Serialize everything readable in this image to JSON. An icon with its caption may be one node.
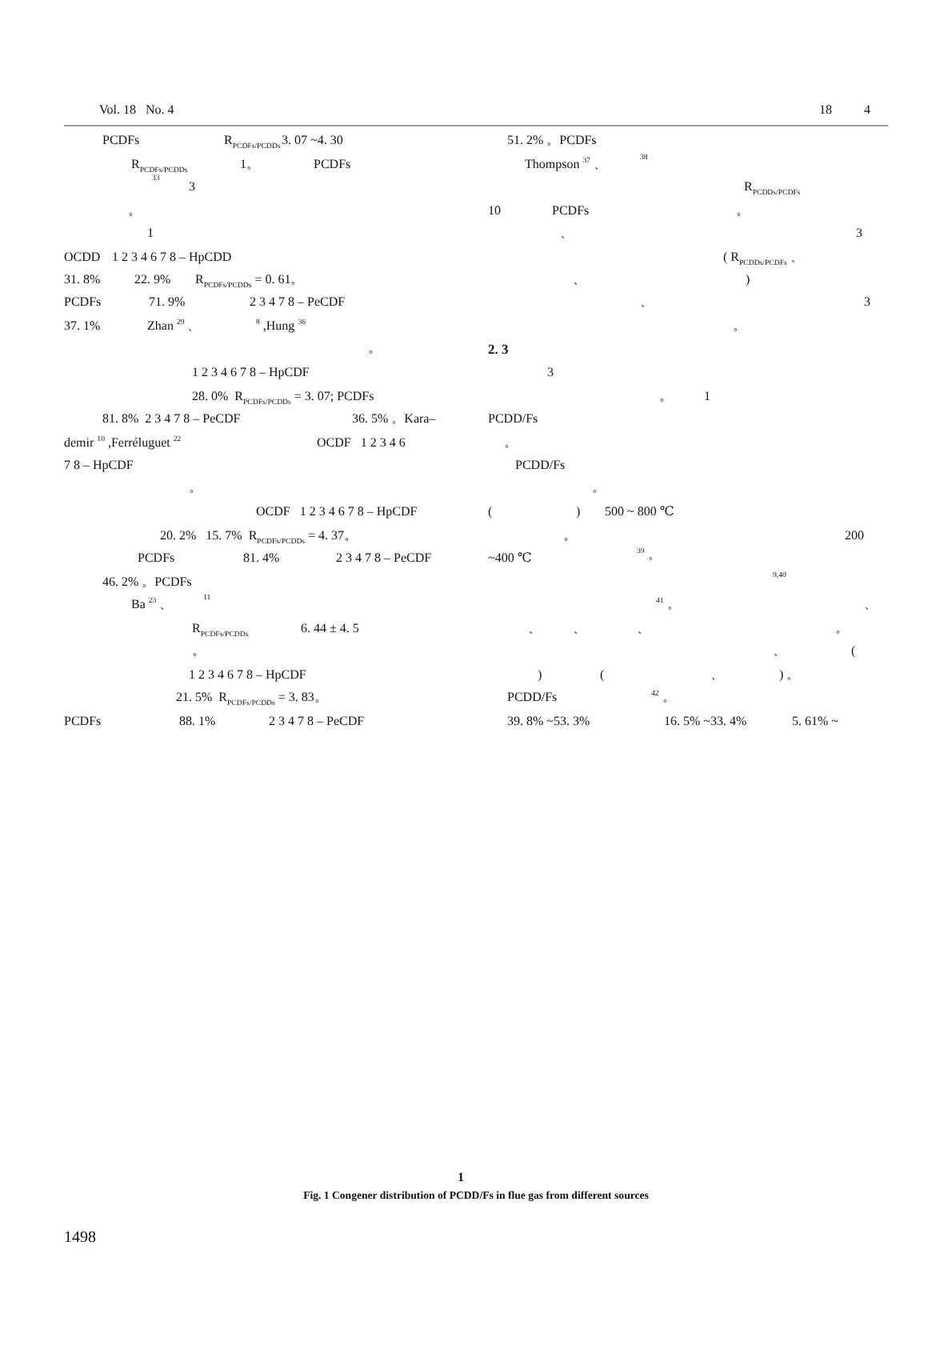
{
  "diagram": {
    "caption": "Fig. 1  Congener distribution of PCDD/Fs in flue gas from different sources",
    "labels": [
      "Vol. 18   No. 4",
      "18",
      "4",
      "PCDFs",
      "R$_{PCDFs/PCDDs}$",
      "3. 07 ~4. 30",
      "R$_{PCDFs/PCDDs}$",
      "1。",
      "PCDFs",
      "$^{33}$",
      "3",
      "。",
      "1",
      "OCDD",
      "1 2 3 4 6 7 8 – HpCDD",
      "31. 8%",
      "22. 9%",
      "R$_{PCDFs/PCDDs}$ = 0. 61。",
      "PCDFs",
      "71. 9%",
      "2 3 4 7 8 – PeCDF",
      "37. 1%",
      "Zhan $^{29}$ 、",
      "$^{8}$ ,Hung $^{36}$",
      "。",
      "1 2 3 4 6 7 8 – HpCDF",
      "28. 0%  R$_{PCDFs/PCDDs}$ = 3. 07; PCDFs",
      "81. 8%  2 3 4 7 8 – PeCDF",
      "36. 5% 。Kara–",
      "demir $^{10}$ ,Ferréluguet $^{22}$",
      "OCDF   1 2 3 4 6",
      "7 8 – HpCDF",
      "。",
      "OCDF   1 2 3 4 6 7 8 – HpCDF",
      "20. 2%   15. 7%  R$_{PCDFs/PCDDs}$ = 4. 37。",
      "PCDFs",
      "81. 4%",
      "2 3 4 7 8 – PeCDF",
      "46. 2% 。PCDFs",
      "Ba $^{23}$ 、",
      "$^{11}$",
      "R$_{PCDFs/PCDDs}$",
      "6. 44 ± 4. 5",
      "。",
      "1 2 3 4 6 7 8 – HpCDF",
      "21. 5%  R$_{PCDFs/PCDDs}$ = 3. 83。",
      "PCDFs",
      "88. 1%",
      "2 3 4 7 8 – PeCDF",
      "51. 2% 。PCDFs",
      "Thompson $^{37}$ 、",
      "$^{38}$",
      "R$_{PCDDs/PCDFs}$",
      "10",
      "PCDFs",
      "。",
      "、",
      "3",
      "( R$_{PCDDs/PCDFs}$ 、",
      "、",
      ")",
      "、",
      "3",
      "。",
      "2. 3",
      "3",
      "。",
      "1",
      "PCDD/Fs",
      "。",
      "PCDD/Fs",
      "。",
      "(",
      ")",
      "500 ~ 800 ℃",
      "。",
      "200",
      "~400 ℃",
      "$^{39}$ 。",
      "$^{9,40}$",
      "$^{41}$ 。",
      "、",
      "、",
      "、",
      "、",
      "。",
      "、",
      "(",
      ")",
      "(",
      "、",
      ") 。",
      "PCDD/Fs",
      "$^{42}$ 。",
      "39. 8% ~53. 3%",
      "16. 5% ~33. 4%",
      "5. 61% ~",
      "1",
      "1498"
    ]
  }
}
